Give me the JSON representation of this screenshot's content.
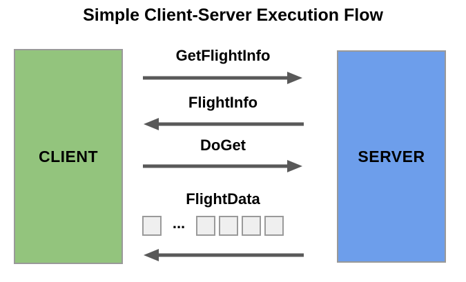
{
  "title": "Simple Client-Server Execution Flow",
  "colors": {
    "client_fill": "#93c47d",
    "server_fill": "#6d9eeb",
    "box_stroke": "#999999",
    "arrow": "#595959",
    "packet_fill": "#efefef",
    "packet_stroke": "#9a9a9a",
    "text": "#000000",
    "background": "#ffffff"
  },
  "participants": {
    "client": {
      "label": "CLIENT"
    },
    "server": {
      "label": "SERVER"
    }
  },
  "messages": [
    {
      "label": "GetFlightInfo",
      "direction": "right"
    },
    {
      "label": "FlightInfo",
      "direction": "left"
    },
    {
      "label": "DoGet",
      "direction": "right"
    },
    {
      "label": "FlightData",
      "direction": "left"
    }
  ],
  "flight_data_packets": {
    "ellipsis": "...",
    "leading_count": 1,
    "trailing_count": 4
  }
}
